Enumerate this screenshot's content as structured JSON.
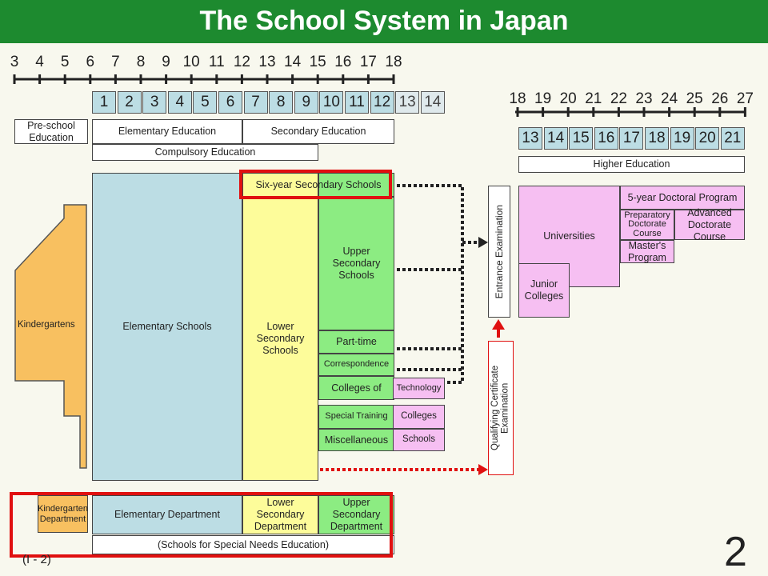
{
  "title": "The School System in Japan",
  "page_number": "2",
  "footnote": "(I - 2)",
  "ages_left": [
    "3",
    "4",
    "5",
    "6",
    "7",
    "8",
    "9",
    "10",
    "11",
    "12",
    "13",
    "14",
    "15",
    "16",
    "17",
    "18"
  ],
  "grades_left": [
    "1",
    "2",
    "3",
    "4",
    "5",
    "6",
    "7",
    "8",
    "9",
    "10",
    "11",
    "12",
    "13",
    "14"
  ],
  "ages_right": [
    "18",
    "19",
    "20",
    "21",
    "22",
    "23",
    "24",
    "25",
    "26",
    "27"
  ],
  "grades_right": [
    "13",
    "14",
    "15",
    "16",
    "17",
    "18",
    "19",
    "20",
    "21"
  ],
  "labels": {
    "preschool": "Pre-school Education",
    "elementary_education": "Elementary Education",
    "secondary_education": "Secondary Education",
    "compulsory_education": "Compulsory Education",
    "higher_education": "Higher Education",
    "kindergartens": "Kindergartens",
    "elementary_schools": "Elementary Schools",
    "six_year": "Six-year Secondary Schools",
    "lower_secondary": "Lower Secondary Schools",
    "upper_secondary": "Upper Secondary Schools",
    "part_time": "Part-time",
    "correspondence": "Correspondence",
    "colleges_of": "Colleges of",
    "technology": "Technology",
    "special_training": "Special Training",
    "colleges": "Colleges",
    "miscellaneous": "Miscellaneous",
    "schools": "Schools",
    "entrance_exam": "Entrance Examination",
    "qualifying_exam": "Qualifying Certificate Examination",
    "universities": "Universities",
    "junior_colleges": "Junior Colleges",
    "doctoral_5yr": "5-year Doctoral Program",
    "preparatory_doctorate": "Preparatory Doctorate Course",
    "advanced_doctorate": "Advanced Doctorate Course",
    "masters": "Master's Program",
    "kindergarten_dept": "Kindergarten Department",
    "elementary_dept": "Elementary Department",
    "lower_secondary_dept": "Lower Secondary Department",
    "upper_secondary_dept": "Upper Secondary Department",
    "special_needs": "(Schools for Special Needs Education)"
  },
  "colors": {
    "title_bar": "#1d8a2f",
    "elementary": "#bcdde4",
    "lower_secondary": "#fdfc9a",
    "upper_secondary": "#8cec82",
    "higher": "#f6bff2",
    "kindergarten": "#f8c060",
    "highlight": "#e01010"
  }
}
